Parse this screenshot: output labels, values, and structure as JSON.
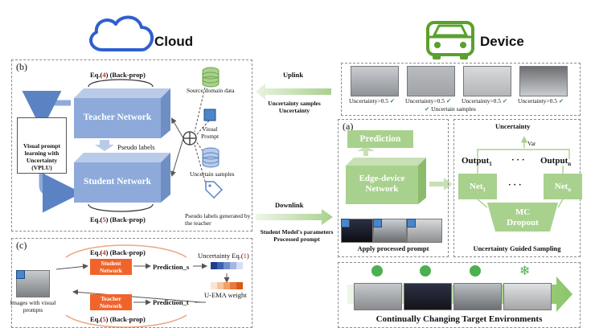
{
  "headers": {
    "cloud": "Cloud",
    "device": "Device"
  },
  "panel_b": {
    "tag": "(b)",
    "eq4_a": "Eq.(",
    "eq4_num": "4",
    "eq4_b": ") (Back-prop)",
    "eq5_a": "Eq.(",
    "eq5_num": "5",
    "eq5_b": ") (Back-prop)",
    "teacher": "Teacher Network",
    "student": "Student Network",
    "pseudo_labels": "Pseudo labels",
    "vplu": "Visual prompt learning with Uncertainty (VPLU)",
    "source_data": "Source domain data",
    "visual_prompt": "Visual Prompt",
    "uncertain_samples": "Uncertain samples",
    "pseudo_teacher": "Pseudo labels generated by the teacher"
  },
  "links": {
    "uplink": "Uplink",
    "uplink_desc1": "Uncertainty samples",
    "uplink_desc2": "Uncertainty",
    "downlink": "Downlink",
    "downlink_desc1": "Student Model's parameters",
    "downlink_desc2": "Processed prompt"
  },
  "samples": {
    "labels": [
      "Uncertainty>0.5",
      "Uncertainty>0.5",
      "Uncertainty>0.5",
      "Uncertainty>0.5"
    ],
    "caption": "Uncertain samples"
  },
  "panel_a": {
    "tag": "(a)",
    "prediction": "Prediction",
    "edge1": "Edge-device",
    "edge2": "Network",
    "apply": "Apply processed prompt"
  },
  "ugs": {
    "uncertainty": "Uncertainty",
    "var": "Var",
    "output1": "Output",
    "output1_sub": "1",
    "outputn": "Output",
    "outputn_sub": "n",
    "dots": "· · ·",
    "net1": "Net",
    "net1_sub": "1",
    "netn": "Net",
    "netn_sub": "n",
    "mc1": "MC",
    "mc2": "Dropout",
    "caption": "Uncertainty Guided Sampling"
  },
  "panel_c": {
    "tag": "(c)",
    "eq4_a": "Eq.(",
    "eq4_num": "4",
    "eq4_b": ") (Back-prop)",
    "eq5_a": "Eq.(",
    "eq5_num": "5",
    "eq5_b": ") (Back-prop)",
    "student": "Student Network",
    "teacher": "Teacher Network",
    "pred_s": "Prediction_s",
    "pred_t": "Prediction_t",
    "uncert_eq_a": "Uncertainty  Eq.(",
    "uncert_eq_num": "1",
    "uncert_eq_b": ")",
    "uema": "U-EMA weight",
    "images": "Images with visual prompts"
  },
  "env": {
    "caption": "Continually Changing Target Environments"
  },
  "colors": {
    "teacher_blue": "#8eaadb",
    "green": "#a9d18e",
    "orange": "#f0642b",
    "red_num": "#e02020",
    "prompt_blue": "#4a86c8"
  }
}
